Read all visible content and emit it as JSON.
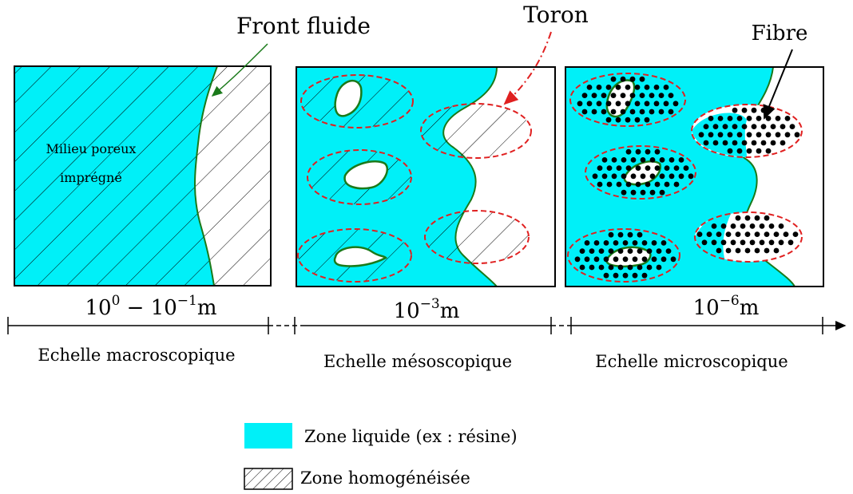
{
  "annotations": {
    "front_fluide": "Front fluide",
    "toron": "Toron",
    "fibre": "Fibre",
    "milieu_line1": "Milieu poreux",
    "milieu_line2": "imprégné"
  },
  "scales": {
    "macro": {
      "base": "10",
      "exp1": "0",
      "dash": " − 10",
      "exp2": "−1",
      "unit": "m"
    },
    "meso": {
      "base": "10",
      "exp": "−3",
      "unit": "m"
    },
    "micro": {
      "base": "10",
      "exp": "−6",
      "unit": "m"
    }
  },
  "captions": {
    "macro": "Echelle macroscopique",
    "meso": "Echelle mésoscopique",
    "micro": "Echelle microscopique"
  },
  "legend": {
    "liquid": "Zone liquide (ex : résine)",
    "homog": "Zone homogénéisée"
  },
  "colors": {
    "liquid": "#00f0f8",
    "front": "#1a7a1a",
    "toron": "#e02020",
    "front_label": "#2a7a2a",
    "toron_label": "#e01818"
  }
}
